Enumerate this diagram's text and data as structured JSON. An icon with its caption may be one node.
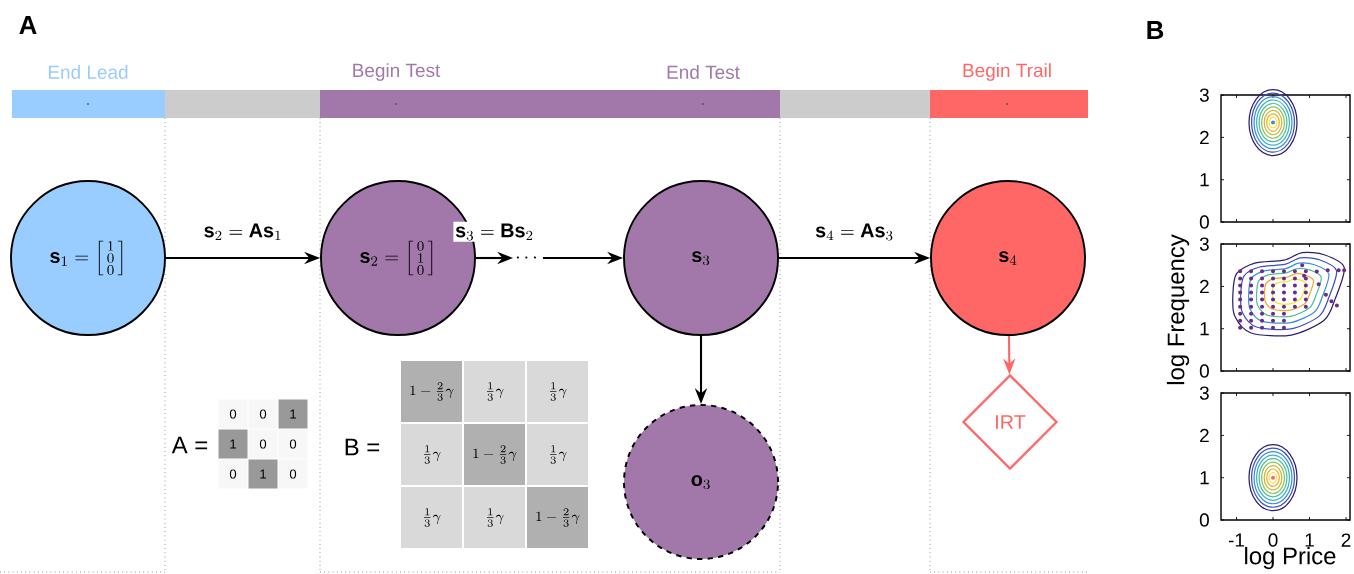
{
  "diagram": {
    "nodes": [
      {
        "text": [
          "\\mathbf{s}_1 = \\left[\\begin{smallmatrix}1\\\\0\\\\0\\end{smallmatrix}\\right]"
        ]
      },
      {
        "text": [
          "\\mathbf{s}_2 = \\left[\\begin{smallmatrix}0\\\\1\\\\0\\end{smallmatrix}\\right]"
        ]
      },
      {
        "text": [
          "\\cdots"
        ]
      },
      {
        "text": [
          "\\mathbf{s}_3"
        ]
      },
      {
        "text": [
          "\\mathbf{s}_4"
        ]
      },
      {
        "text": [
          "\\mathbf{o}_3"
        ]
      },
      {
        "text": [
          "IRT"
        ]
      }
    ],
    "edges": [
      {
        "from": 0,
        "to": 1,
        "arrow": "to",
        "label": "\\mathbf{s}_2 = \\mathbf{A}\\mathbf{s}_1"
      },
      {
        "from": 1,
        "to": 2,
        "arrow": "to",
        "label": "\\mathbf{s}_3 = \\mathbf{B}\\mathbf{s}_2"
      },
      {
        "from": 2,
        "to": 3,
        "arrow": "to"
      },
      {
        "from": 3,
        "to": 4,
        "arrow": "to",
        "label": "\\mathbf{s}_4 = \\mathbf{A}\\mathbf{s}_3"
      },
      {
        "from": 3,
        "to": 5,
        "arrow": "to"
      },
      {
        "from": 4,
        "to": 6,
        "arrow": "to",
        "color": "#ff6666"
      }
    ],
    "labels": [
      "A",
      "End Lead",
      "Begin Test",
      "End Test",
      "Begin Trail",
      "A =",
      "0",
      "0",
      "1",
      "1",
      "0",
      "0",
      "0",
      "1",
      "0",
      "B =",
      "1-\\frac{2}{3}\\gamma",
      "\\frac{1}{3}\\gamma",
      "\\frac{1}{3}\\gamma",
      "\\frac{1}{3}\\gamma",
      "1-\\frac{2}{3}\\gamma",
      "\\frac{1}{3}\\gamma",
      "\\frac{1}{3}\\gamma",
      "\\frac{1}{3}\\gamma",
      "1-\\frac{2}{3}\\gamma",
      "B",
      "3",
      "2",
      "1",
      "0",
      "3",
      "2",
      "1",
      "0",
      "3",
      "2",
      "1",
      "0",
      "-1",
      "0",
      "1",
      "2",
      "log Frequency",
      "log Price"
    ]
  }
}
